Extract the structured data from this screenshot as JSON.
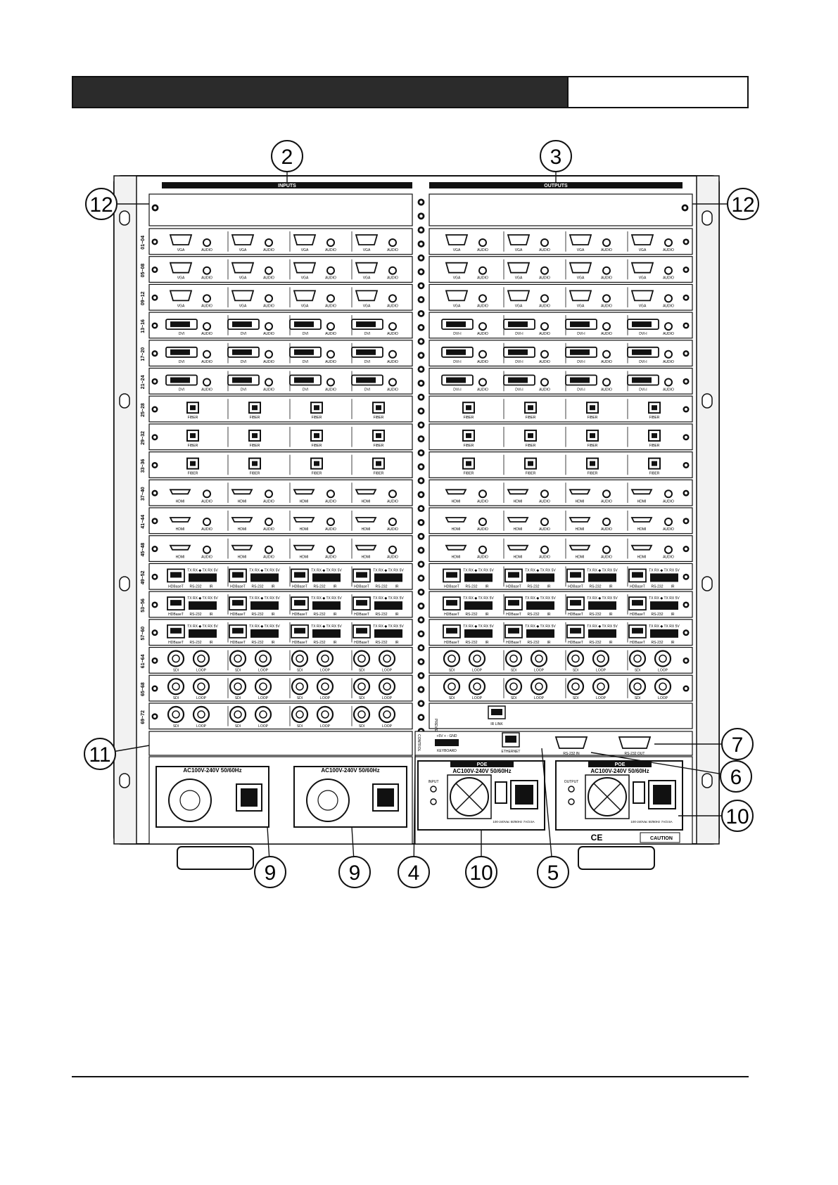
{
  "header": {
    "left_text": "",
    "right_text": ""
  },
  "labels": {
    "inputs": "INPUTS",
    "outputs": "OUTPUTS",
    "preview": "PREVIEW",
    "control": "CONTROL",
    "ir_link": "IR LINK",
    "ethernet": "ETHERNET",
    "keyboard": "KEYBOARD",
    "keyboard_pins": "+5V + - GND",
    "rs232_in": "RS-232 IN",
    "rs232_out": "RS-232 OUT",
    "poe": "POE",
    "psu_voltage": "AC100V-240V 50/60Hz",
    "psu_small_voltage": "100-240Vac 50/60Hz 7A/3.5A",
    "input_led": "INPUT",
    "output_led": "OUTPUT",
    "caution": "CAUTION",
    "ce_mark": "CE"
  },
  "callouts": [
    "2",
    "3",
    "12",
    "12",
    "11",
    "7",
    "6",
    "10",
    "9",
    "9",
    "4",
    "10",
    "5"
  ],
  "rows": [
    {
      "range": "01~04",
      "type": "VGA"
    },
    {
      "range": "05~08",
      "type": "VGA"
    },
    {
      "range": "09~12",
      "type": "VGA"
    },
    {
      "range": "13~16",
      "type": "DVI"
    },
    {
      "range": "17~20",
      "type": "DVI"
    },
    {
      "range": "21~24",
      "type": "DVI"
    },
    {
      "range": "25~28",
      "type": "FIBER"
    },
    {
      "range": "29~32",
      "type": "FIBER"
    },
    {
      "range": "33~36",
      "type": "FIBER"
    },
    {
      "range": "37~40",
      "type": "HDMI"
    },
    {
      "range": "41~44",
      "type": "HDMI"
    },
    {
      "range": "45~48",
      "type": "HDMI"
    },
    {
      "range": "49~52",
      "type": "HDBaseT"
    },
    {
      "range": "53~56",
      "type": "HDBaseT"
    },
    {
      "range": "57~60",
      "type": "HDBaseT"
    },
    {
      "range": "61~64",
      "type": "SDI"
    },
    {
      "range": "65~68",
      "type": "SDI"
    },
    {
      "range": "69~72",
      "type": "SDI"
    }
  ],
  "port_labels": {
    "vga": "VGA",
    "dvi_in": "DVI",
    "dvi_out": "DVI-I",
    "fiber": "FIBER",
    "hdmi": "HDMI",
    "audio": "AUDIO",
    "hdbaset": "HDBaseT",
    "rs232": "RS-232",
    "ir": "IR",
    "sdi": "SDI",
    "loop": "LOOP",
    "serial_pins": "TX RX ◆ TX RX 5V"
  }
}
